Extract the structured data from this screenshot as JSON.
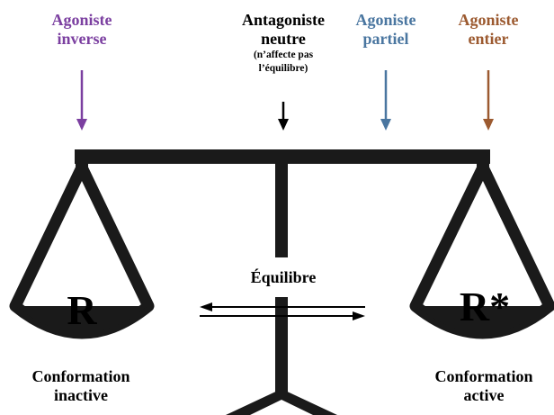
{
  "labels": {
    "inverse_agonist": {
      "line1": "Agoniste",
      "line2": "inverse"
    },
    "neutral_antagonist": {
      "line1": "Antagoniste",
      "line2": "neutre",
      "note1": "(n’affecte pas",
      "note2": "l’équilibre)"
    },
    "partial_agonist": {
      "line1": "Agoniste",
      "line2": "partiel"
    },
    "full_agonist": {
      "line1": "Agoniste",
      "line2": "entier"
    }
  },
  "receptor_inactive": "R",
  "receptor_active": "R*",
  "equilibrium_label": "Équilibre",
  "conformation_inactive": {
    "line1": "Conformation",
    "line2": "inactive"
  },
  "conformation_active": {
    "line1": "Conformation",
    "line2": "active"
  },
  "colors": {
    "inverse": "#7b3fa0",
    "neutral": "#000000",
    "partial": "#4a76a0",
    "full": "#9c5a30",
    "scale": "#1a1a1a"
  }
}
